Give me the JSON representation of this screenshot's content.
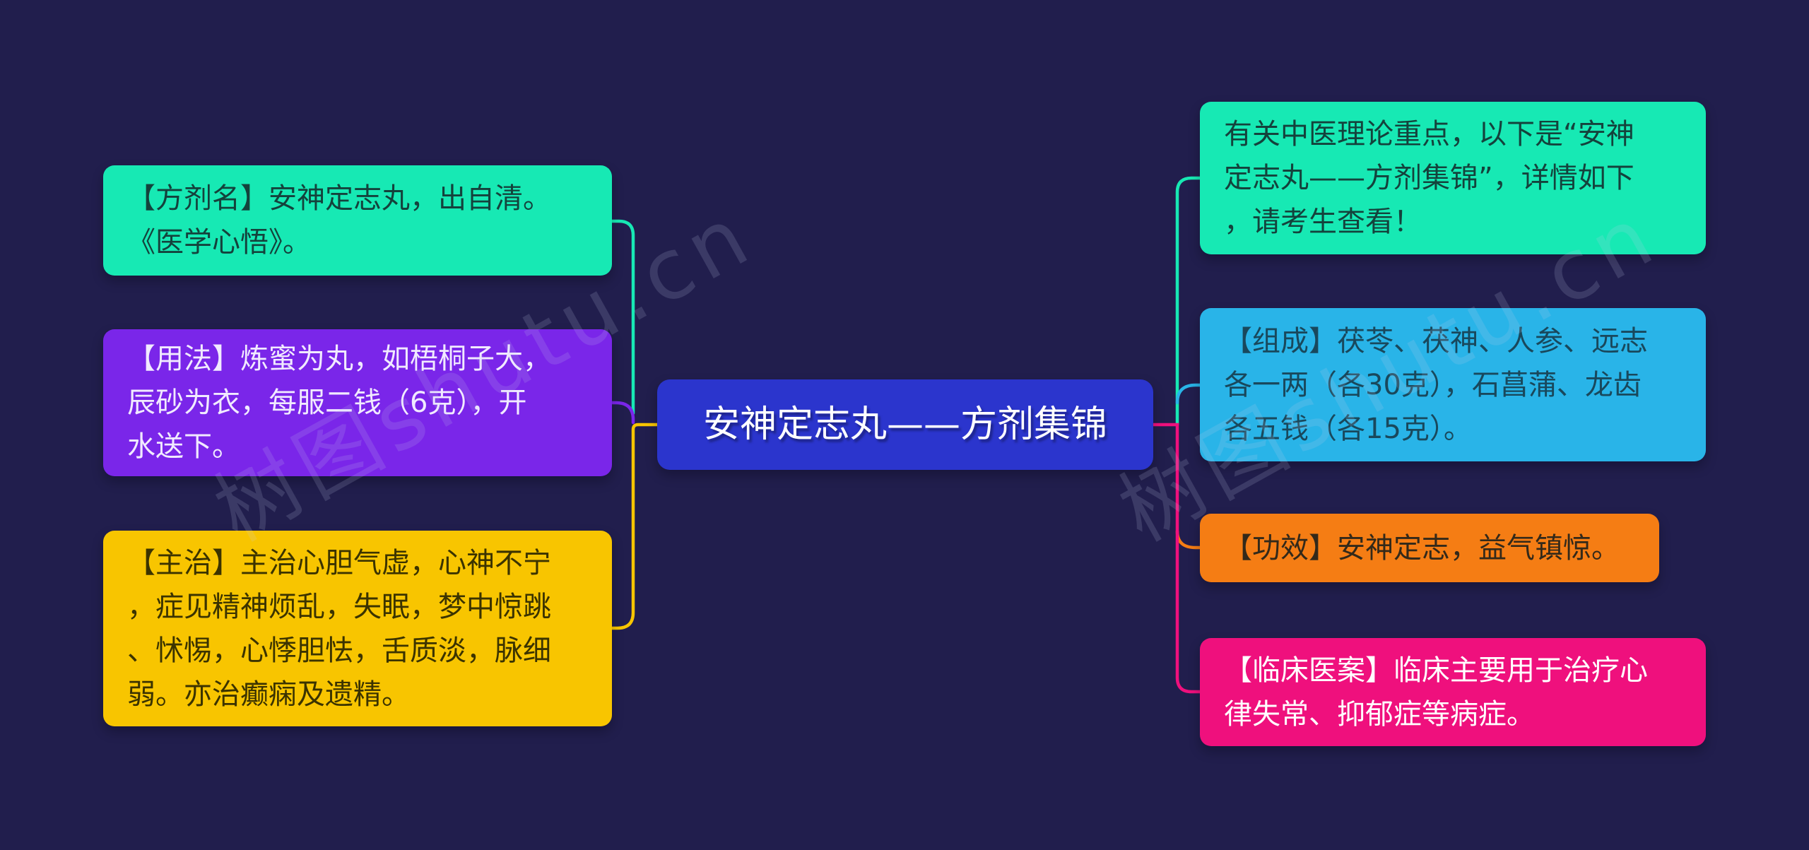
{
  "palette": {
    "background": "#211e4d",
    "teal": "#17e9b4",
    "purple": "#7a26e9",
    "yellow": "#f8c500",
    "blue": "#2b35cd",
    "cyan": "#29b4e8",
    "orange": "#f57d14",
    "pink": "#ef107d"
  },
  "watermark": {
    "text": "树图shutu.cn"
  },
  "center_node": {
    "label": "安神定志丸——方剂集锦"
  },
  "left_branch": {
    "items": [
      {
        "id": "fangjiming",
        "color": "#17e9b4",
        "text": "【方剂名】安神定志丸，出自清。\n《医学心悟》。"
      },
      {
        "id": "yongfa",
        "color": "#7a26e9",
        "text": "【用法】炼蜜为丸，如梧桐子大，\n辰砂为衣，每服二钱（6克），开\n水送下。"
      },
      {
        "id": "zhuzhi",
        "color": "#f8c500",
        "text": "【主治】主治心胆气虚，心神不宁\n，症见精神烦乱，失眠，梦中惊跳\n、怵惕，心悸胆怯，舌质淡，脉细\n弱。亦治癫痫及遗精。"
      }
    ]
  },
  "right_branch": {
    "items": [
      {
        "id": "intro",
        "color": "#17e9b4",
        "text": "有关中医理论重点，以下是“安神\n定志丸——方剂集锦”，详情如下\n，请考生查看！"
      },
      {
        "id": "zucheng",
        "color": "#29b4e8",
        "text": "【组成】茯苓、茯神、人参、远志\n各一两（各30克），石菖蒲、龙齿\n各五钱（各15克）。"
      },
      {
        "id": "gongxiao",
        "color": "#f57d14",
        "text": "【功效】安神定志，益气镇惊。"
      },
      {
        "id": "linchuang",
        "color": "#ef107d",
        "text": "【临床医案】临床主要用于治疗心\n律失常、抑郁症等病症。"
      }
    ]
  }
}
